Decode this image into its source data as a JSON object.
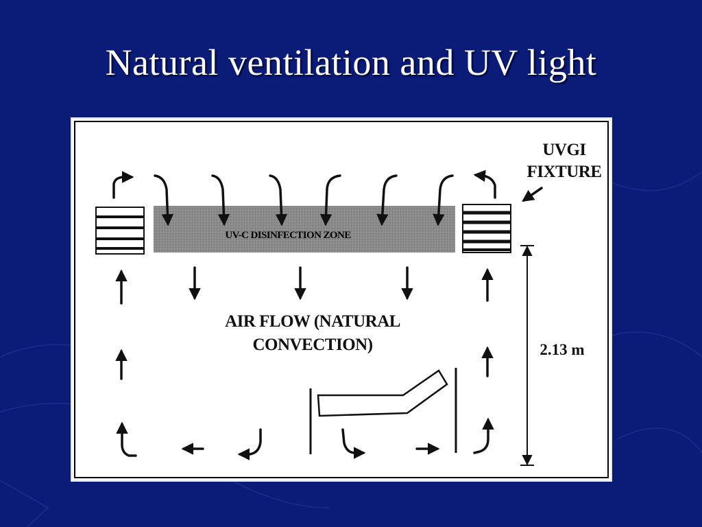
{
  "slide": {
    "title": "Natural ventilation and UV light"
  },
  "diagram": {
    "fixture_label_line1": "UVGI",
    "fixture_label_line2": "FIXTURE",
    "zone_label": "UV-C DISINFECTION ZONE",
    "airflow_label_line1": "AIR FLOW (NATURAL",
    "airflow_label_line2": "CONVECTION)",
    "height_label": "2.13 m"
  },
  "colors": {
    "background": "#0b1b78",
    "title_text": "#ffffff",
    "zone_fill": "#8a8a8a",
    "ink": "#111111"
  }
}
